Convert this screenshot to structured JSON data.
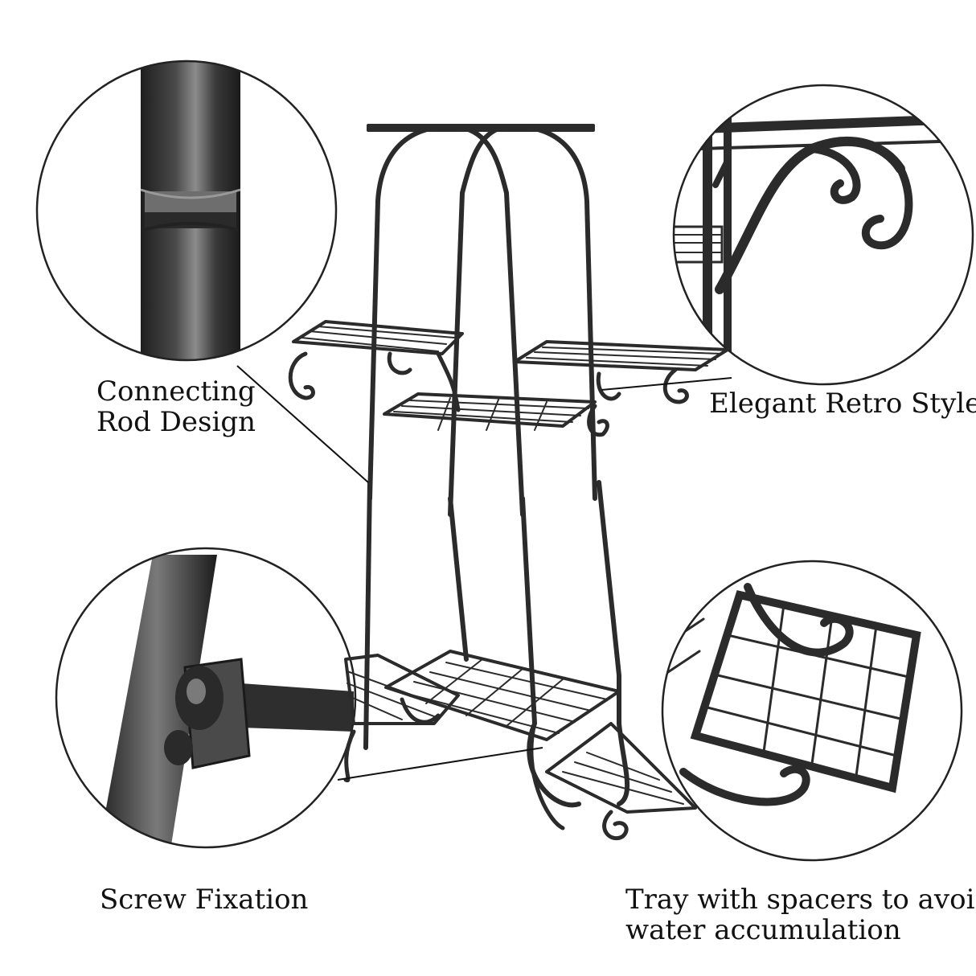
{
  "captions": {
    "connecting_rod": [
      "Connecting",
      "Rod Design"
    ],
    "retro_style": "Elegant Retro Style",
    "screw_fixation": "Screw Fixation",
    "tray_spacers": [
      "Tray with spacers to avoid",
      "water accumulation"
    ]
  },
  "colors": {
    "background": "#ffffff",
    "metal": "#2b2b2b",
    "metal_highlight": "#8a8a8a",
    "leader_line": "#111111",
    "circle_outline": "#222222"
  }
}
